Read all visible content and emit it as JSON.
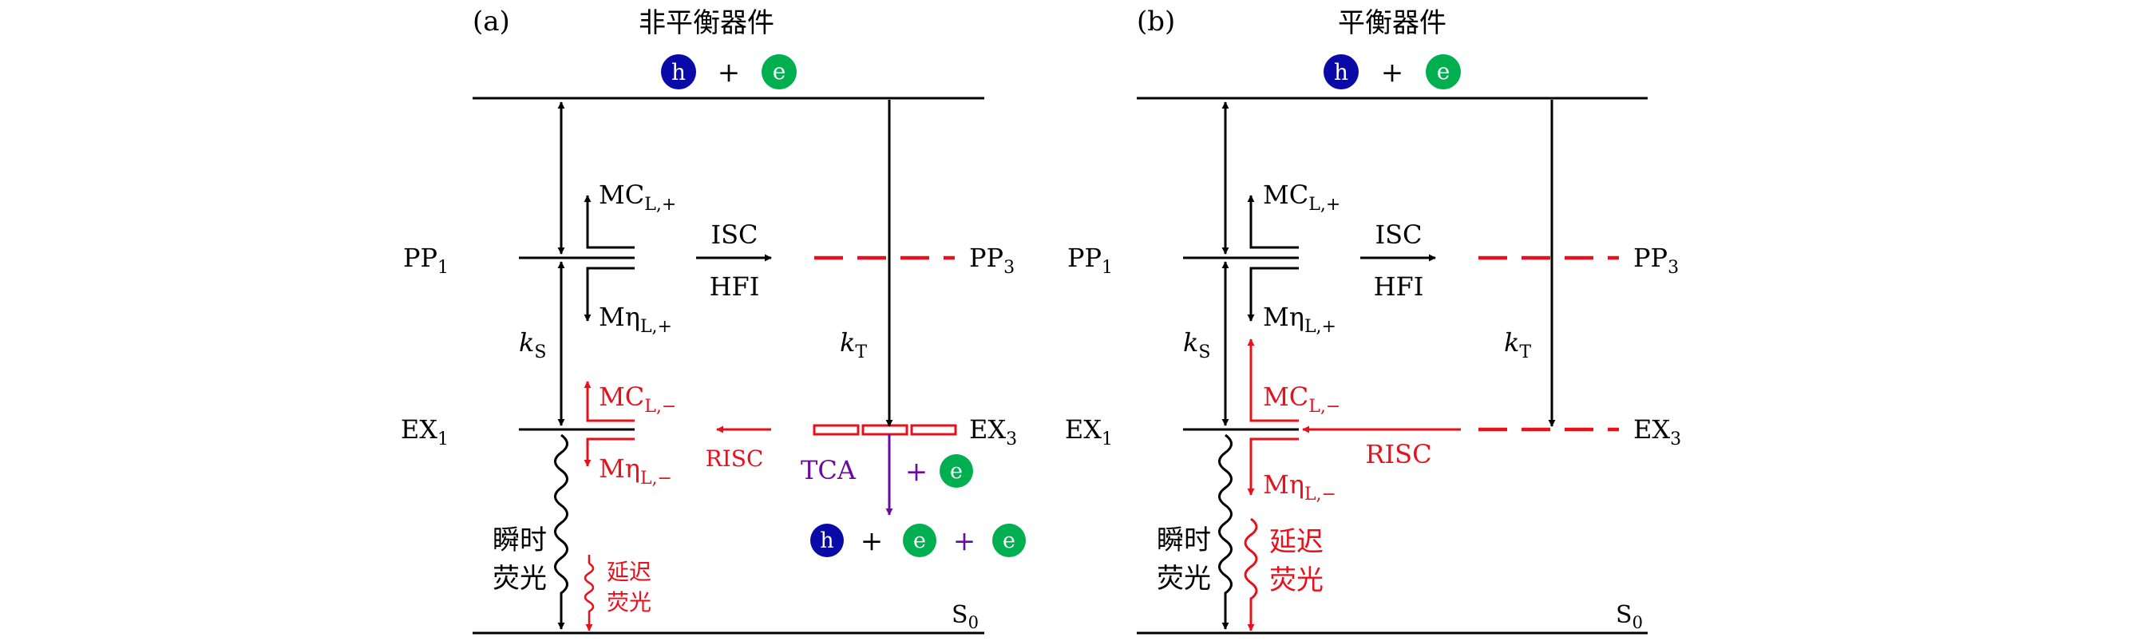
{
  "colors": {
    "black": "#000000",
    "red": "#e8101a",
    "purple": "#6a0aa0",
    "hole": "#0a0aa8",
    "electron": "#00b050",
    "white": "#ffffff"
  },
  "particles": {
    "h": "h",
    "e": "e",
    "plus": "+"
  },
  "panels": [
    {
      "id": "a",
      "label": "(a)",
      "title": "非平衡器件",
      "pp1": "PP",
      "pp1_sub": "1",
      "pp3": "PP",
      "pp3_sub": "3",
      "ex1": "EX",
      "ex1_sub": "1",
      "ex3": "EX",
      "ex3_sub": "3",
      "s0": "S",
      "s0_sub": "0",
      "ks": "k",
      "ks_sub": "S",
      "kt": "k",
      "kt_sub": "T",
      "isc": "ISC",
      "hfi": "HFI",
      "mc_plus": "MC",
      "mc_plus_sub": "L,+",
      "meta_plus": "Mη",
      "meta_plus_sub": "L,+",
      "mc_minus": "MC",
      "mc_minus_sub": "L,−",
      "meta_minus": "Mη",
      "meta_minus_sub": "L,−",
      "risc": "RISC",
      "tca": "TCA",
      "prompt_fl_1": "瞬时",
      "prompt_fl_2": "荧光",
      "delayed_fl_1": "延迟",
      "delayed_fl_2": "荧光"
    },
    {
      "id": "b",
      "label": "(b)",
      "title": "平衡器件",
      "pp1": "PP",
      "pp1_sub": "1",
      "pp3": "PP",
      "pp3_sub": "3",
      "ex1": "EX",
      "ex1_sub": "1",
      "ex3": "EX",
      "ex3_sub": "3",
      "s0": "S",
      "s0_sub": "0",
      "ks": "k",
      "ks_sub": "S",
      "kt": "k",
      "kt_sub": "T",
      "isc": "ISC",
      "hfi": "HFI",
      "mc_plus": "MC",
      "mc_plus_sub": "L,+",
      "meta_plus": "Mη",
      "meta_plus_sub": "L,+",
      "mc_minus": "MC",
      "mc_minus_sub": "L,−",
      "meta_minus": "Mη",
      "meta_minus_sub": "L,−",
      "risc": "RISC",
      "prompt_fl_1": "瞬时",
      "prompt_fl_2": "荧光",
      "delayed_fl_1": "延迟",
      "delayed_fl_2": "荧光"
    }
  ]
}
